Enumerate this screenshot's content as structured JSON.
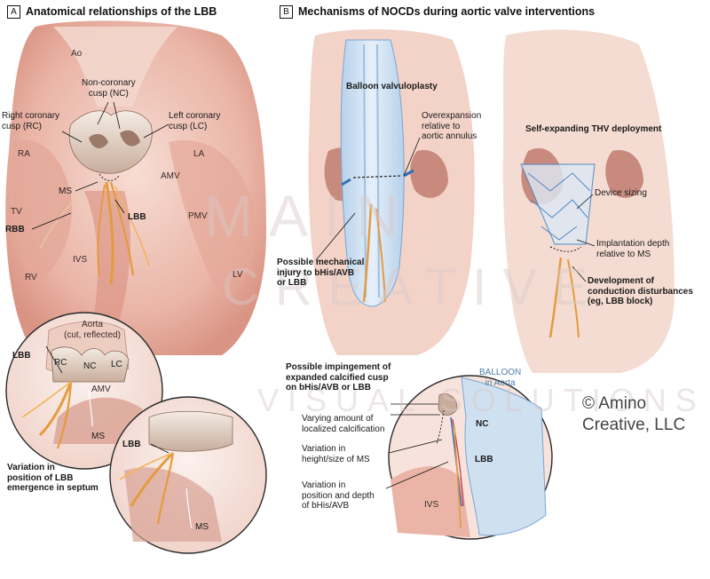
{
  "panel_a": {
    "letter": "A",
    "title": "Anatomical relationships of the LBB",
    "labels": {
      "ao": "Ao",
      "nc": "Non-coronary\ncusp (NC)",
      "rc": "Right coronary\ncusp (RC)",
      "lc": "Left coronary\ncusp (LC)",
      "ra": "RA",
      "la": "LA",
      "amv": "AMV",
      "ms": "MS",
      "tv": "TV",
      "rbb": "RBB",
      "lbb": "LBB",
      "pmv": "PMV",
      "ivs": "IVS",
      "rv": "RV",
      "lv": "LV"
    },
    "inset": {
      "aorta": "Aorta\n(cut, reflected)",
      "lbb": "LBB",
      "rc": "RC",
      "nc": "NC",
      "lc": "LC",
      "amv": "AMV",
      "ms": "MS",
      "lbb2": "LBB",
      "ms2": "MS",
      "caption": "Variation in\nposition of LBB\nemergence in septum"
    }
  },
  "panel_b": {
    "letter": "B",
    "title": "Mechanisms of NOCDs during aortic valve interventions",
    "labels": {
      "balloon": "Balloon valvuloplasty",
      "overexpansion": "Overexpansion\nrelative to\naortic annulus",
      "mechanical": "Possible mechanical\ninjury to bHis/AVB\nor LBB",
      "self_expanding": "Self-expanding THV deployment",
      "device_sizing": "Device sizing",
      "implantation": "Implantation depth\nrelative to MS",
      "development": "Development of\nconduction disturbances\n(eg, LBB block)"
    },
    "inset": {
      "impingement": "Possible impingement of\nexpanded calcified cusp\non bHis/AVB or LBB",
      "balloon_aorta": "BALLOON\nin Aorta",
      "calcification": "Varying amount of\nlocalized calcification",
      "nc": "NC",
      "height": "Variation in\nheight/size of MS",
      "lbb": "LBB",
      "position": "Variation in\nposition and depth\nof bHis/AVB",
      "ivs": "IVS"
    }
  },
  "copyright": "© Amino\nCreative, LLC",
  "watermark": {
    "line1": "MAIN",
    "line2": "CREATIVE",
    "line3": "VISUAL SOLUTIONS"
  },
  "colors": {
    "tissue": "#f1c8bd",
    "tissue_dark": "#c98a7e",
    "lbb_orange": "#e49b3c",
    "balloon": "#cde0f2",
    "stent": "#4f88c6"
  }
}
